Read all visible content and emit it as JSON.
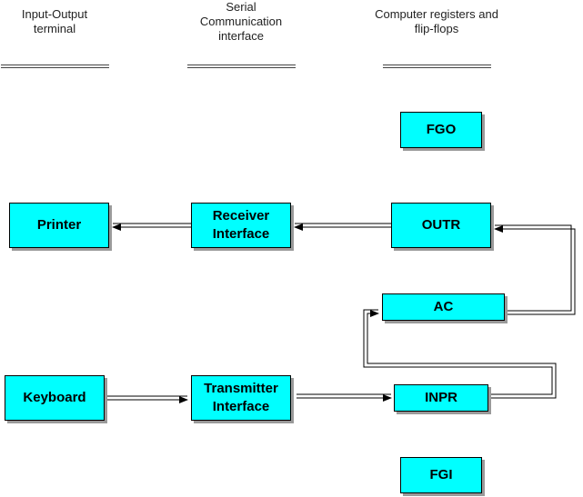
{
  "columns": {
    "terminal": "Input-Output terminal",
    "serial": "Serial Communication interface",
    "registers": "Computer registers and flip-flops"
  },
  "blocks": {
    "fgo": "FGO",
    "printer": "Printer",
    "receiver": "Receiver Interface",
    "outr": "OUTR",
    "ac": "AC",
    "keyboard": "Keyboard",
    "transmitter": "Transmitter Interface",
    "inpr": "INPR",
    "fgi": "FGI"
  },
  "colors": {
    "block_fill": "#00ffff",
    "block_border": "#000000",
    "shadow": "#9a9a9a"
  }
}
